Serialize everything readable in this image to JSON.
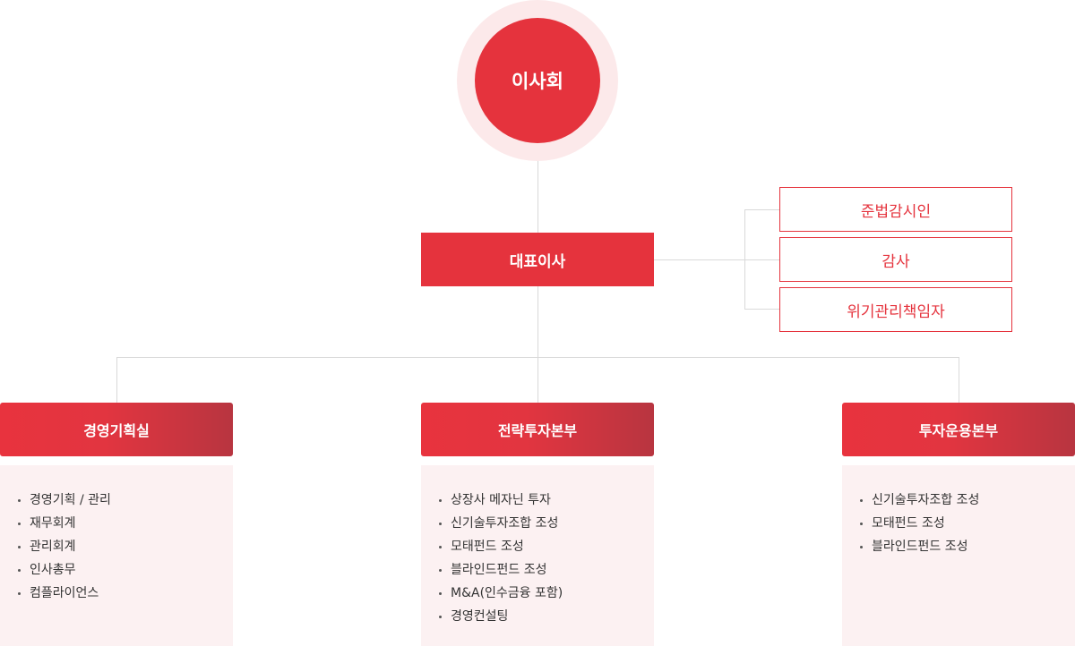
{
  "board": {
    "label": "이사회"
  },
  "ceo": {
    "label": "대표이사"
  },
  "side_units": [
    "준법감시인",
    "감사",
    "위기관리책임자"
  ],
  "departments": [
    {
      "title": "경영기획실",
      "items": [
        "경영기획 / 관리",
        "재무회계",
        "관리회계",
        "인사총무",
        "컴플라이언스"
      ]
    },
    {
      "title": "전략투자본부",
      "items": [
        "상장사 메자닌 투자",
        "신기술투자조합 조성",
        "모태펀드 조성",
        "블라인드펀드 조성",
        "M&A(인수금융 포함)",
        "경영컨설팅"
      ]
    },
    {
      "title": "투자운용본부",
      "items": [
        "신기술투자조합 조성",
        "모태펀드 조성",
        "블라인드펀드 조성"
      ]
    }
  ],
  "colors": {
    "accent": "#e5333d",
    "accent_dark": "#b83540",
    "halo": "#fce9ea",
    "panel_bg": "#fcf1f2",
    "connector": "#d9d9d9"
  }
}
